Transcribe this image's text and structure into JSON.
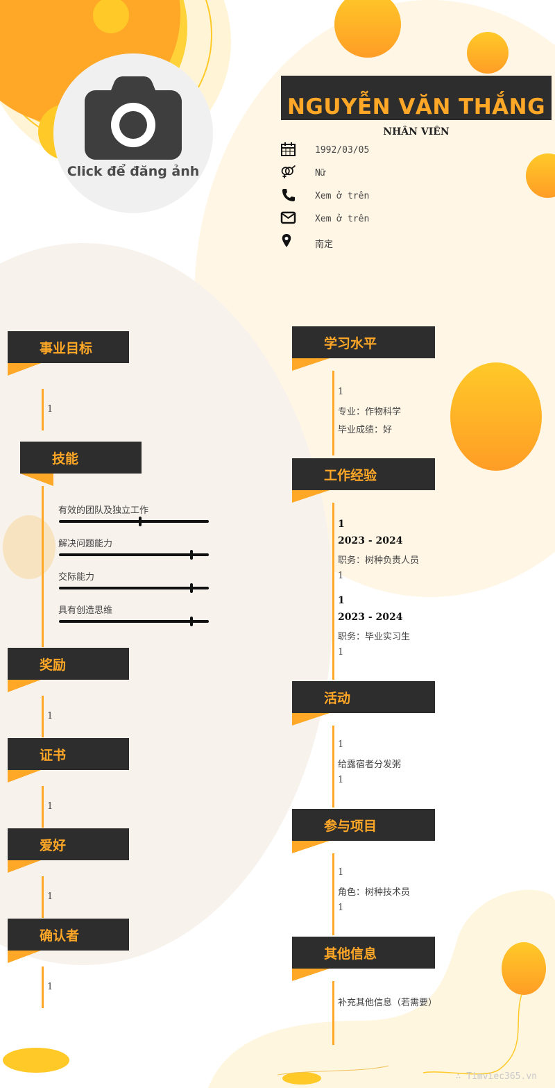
{
  "avatar": {
    "label": "Click để đăng ảnh"
  },
  "header": {
    "name": "NGUYỄN VĂN THẮNG",
    "title": "NHÂN VIÊN"
  },
  "contact": [
    {
      "icon": "calendar-icon",
      "value": "1992/03/05"
    },
    {
      "icon": "gender-icon",
      "value": "Nữ"
    },
    {
      "icon": "phone-icon",
      "value": "Xem ở trên"
    },
    {
      "icon": "email-icon",
      "value": "Xem ở trên"
    },
    {
      "icon": "location-icon",
      "value": "南定"
    }
  ],
  "left": {
    "career_goal": {
      "title": "事业目标",
      "content": "1"
    },
    "skills": {
      "title": "技能",
      "items": [
        {
          "label": "有效的团队及独立工作",
          "level": 0.55
        },
        {
          "label": "解决问题能力",
          "level": 0.88
        },
        {
          "label": "交际能力",
          "level": 0.88
        },
        {
          "label": "具有创造思维",
          "level": 0.88
        }
      ]
    },
    "awards": {
      "title": "奖励",
      "content": "1"
    },
    "certificates": {
      "title": "证书",
      "content": "1"
    },
    "hobbies": {
      "title": "爱好",
      "content": "1"
    },
    "references": {
      "title": "确认者",
      "content": "1"
    }
  },
  "right": {
    "education": {
      "title": "学习水平",
      "line1": "1",
      "line2": "专业：作物科学",
      "line3": "毕业成绩：好"
    },
    "experience": {
      "title": "工作经验",
      "jobs": [
        {
          "company": "1",
          "period": "2023 - 2024",
          "position": "职务：树种负责人员",
          "desc": "1"
        },
        {
          "company": "1",
          "period": "2023 - 2024",
          "position": "职务：毕业实习生",
          "desc": "1"
        }
      ]
    },
    "activities": {
      "title": "活动",
      "line1": "1",
      "line2": "给露宿者分发粥",
      "line3": "1"
    },
    "projects": {
      "title": "参与项目",
      "line1": "1",
      "line2": "角色：树种技术员",
      "line3": "1"
    },
    "other": {
      "title": "其他信息",
      "content": "补充其他信息（若需要）"
    }
  },
  "footer": {
    "watermark": "∴ Timviec365.vn"
  },
  "colors": {
    "accent": "#ffa726",
    "dark": "#2d2d2d",
    "cream": "#fff6e5"
  }
}
